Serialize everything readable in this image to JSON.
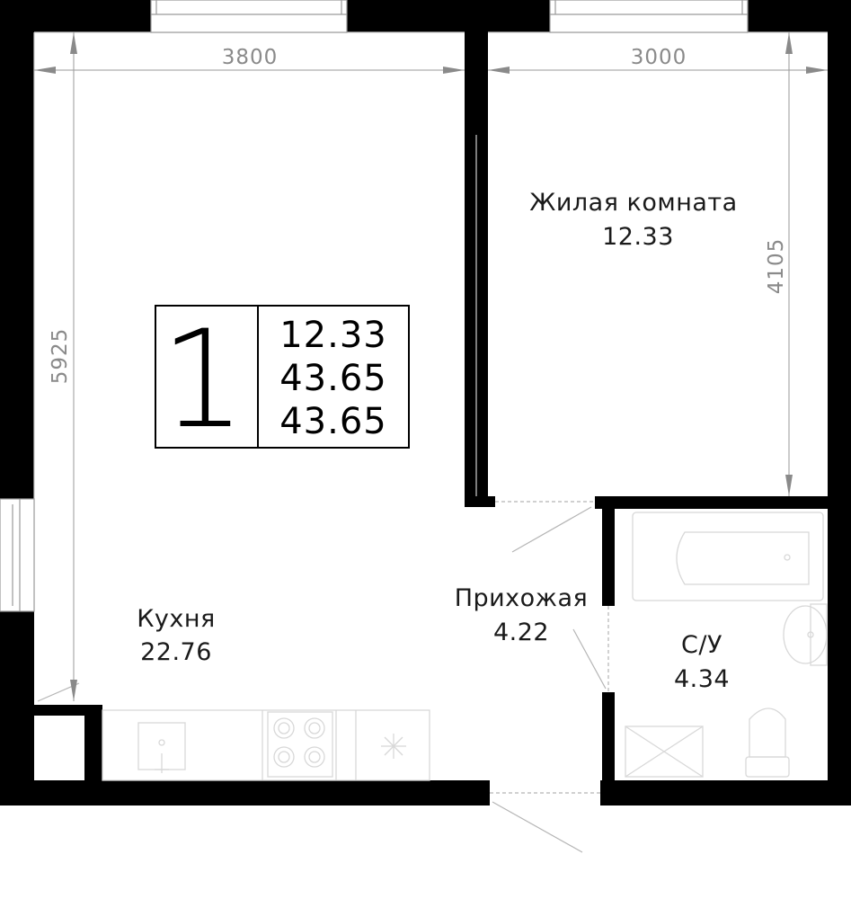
{
  "dimensions": {
    "top_left_width": "3800",
    "top_right_width": "3000",
    "left_height": "5925",
    "right_height": "4105"
  },
  "rooms": {
    "living": {
      "name": "Жилая комната",
      "area": "12.33"
    },
    "kitchen": {
      "name": "Кухня",
      "area": "22.76"
    },
    "hallway": {
      "name": "Прихожая",
      "area": "4.22"
    },
    "bathroom": {
      "name": "С/У",
      "area": "4.34"
    }
  },
  "summary": {
    "room_count": "1",
    "living_area": "12.33",
    "total_area": "43.65",
    "area_with_balcony": "43.65"
  },
  "colors": {
    "wall": "#000000",
    "dimension": "#8a8a8a",
    "fixture": "#d8d8d8"
  }
}
